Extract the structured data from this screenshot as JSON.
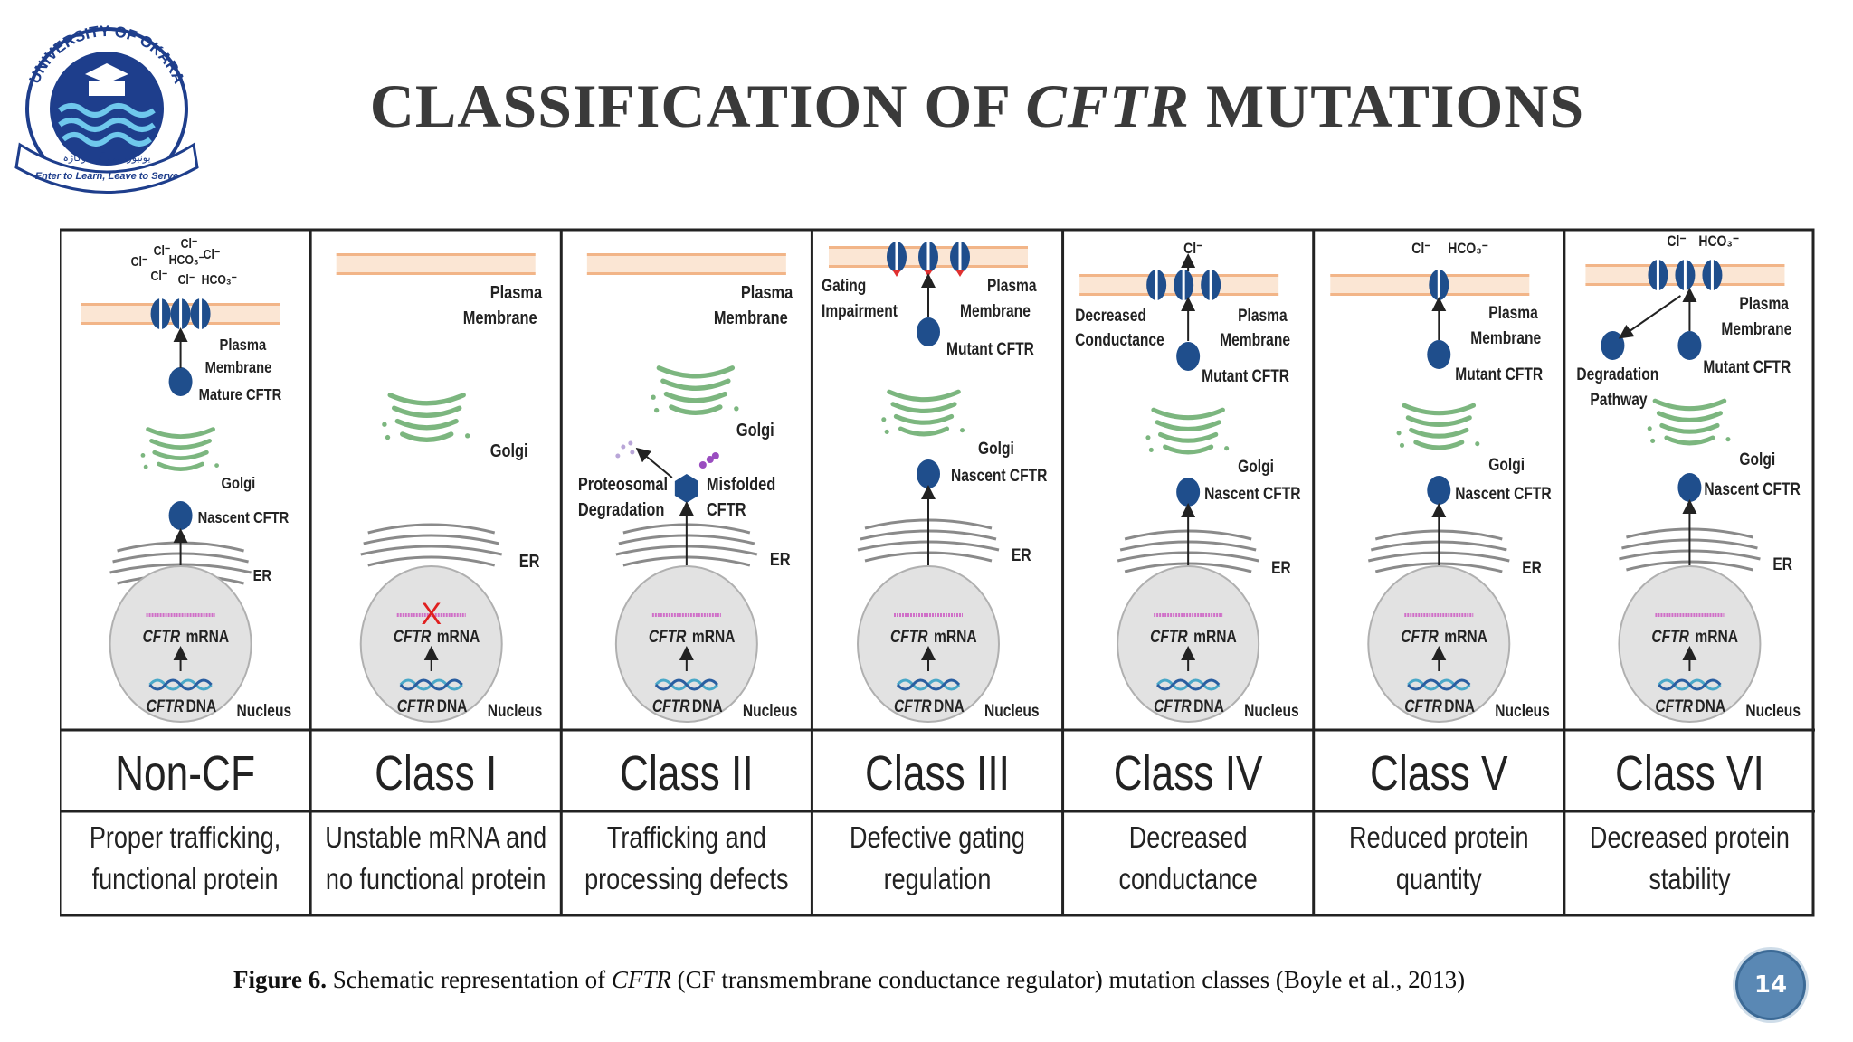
{
  "logo": {
    "ring_text": "UNIVERSITY OF OKARA",
    "motto": "Enter to Learn, Leave to Serve",
    "urdu": "یونیورسٹی آف اوکاڑہ"
  },
  "title": {
    "part1": "CLASSIFICATION OF ",
    "italic": "CFTR",
    "part2": " MUTATIONS"
  },
  "caption": {
    "fig": "Figure  6.",
    "pre": " Schematic representation of ",
    "italic": "CFTR",
    "post": " (CF transmembrane conductance regulator) mutation classes (Boyle et al., 2013)"
  },
  "page_number": "14",
  "common_labels": {
    "mrna": "mRNA",
    "dna": "DNA",
    "gene": "CFTR",
    "nucleus": "Nucleus",
    "er": "ER",
    "golgi": "Golgi",
    "plasma": "Plasma",
    "membrane": "Membrane"
  },
  "panels": [
    {
      "key": "noncf",
      "name": "Non-CF",
      "desc1": "Proper trafficking,",
      "desc2": "functional protein",
      "labels": {
        "ions": [
          "Cl⁻",
          "Cl⁻",
          "Cl⁻",
          "HCO₃⁻",
          "Cl⁻",
          "Cl⁻",
          "Cl⁻",
          "HCO₃⁻"
        ],
        "protein": "Mature CFTR",
        "nascent": "Nascent CFTR"
      }
    },
    {
      "key": "c1",
      "name": "Class I",
      "desc1": "Unstable mRNA and",
      "desc2": "no functional protein",
      "labels": {
        "x": "X"
      }
    },
    {
      "key": "c2",
      "name": "Class II",
      "desc1": "Trafficking and",
      "desc2": "processing defects",
      "labels": {
        "prot1": "Proteosomal",
        "prot2": "Degradation",
        "mis1": "Misfolded",
        "mis2": "CFTR"
      }
    },
    {
      "key": "c3",
      "name": "Class III",
      "desc1": "Defective gating",
      "desc2": "regulation",
      "labels": {
        "gate1": "Gating",
        "gate2": "Impairment",
        "protein": "Mutant CFTR",
        "nascent": "Nascent CFTR"
      }
    },
    {
      "key": "c4",
      "name": "Class IV",
      "desc1": "Decreased",
      "desc2": "conductance",
      "labels": {
        "ion": "Cl⁻",
        "dec1": "Decreased",
        "dec2": "Conductance",
        "protein": "Mutant CFTR",
        "nascent": "Nascent CFTR"
      }
    },
    {
      "key": "c5",
      "name": "Class V",
      "desc1": "Reduced protein",
      "desc2": "quantity",
      "labels": {
        "ion1": "Cl⁻",
        "ion2": "HCO₃⁻",
        "protein": "Mutant CFTR",
        "nascent": "Nascent CFTR"
      }
    },
    {
      "key": "c6",
      "name": "Class VI",
      "desc1": "Decreased protein",
      "desc2": "stability",
      "labels": {
        "ion1": "Cl⁻",
        "ion2": "HCO₃⁻",
        "deg1": "Degradation",
        "deg2": "Pathway",
        "protein": "Mutant CFTR",
        "nascent": "Nascent CFTR"
      }
    }
  ]
}
